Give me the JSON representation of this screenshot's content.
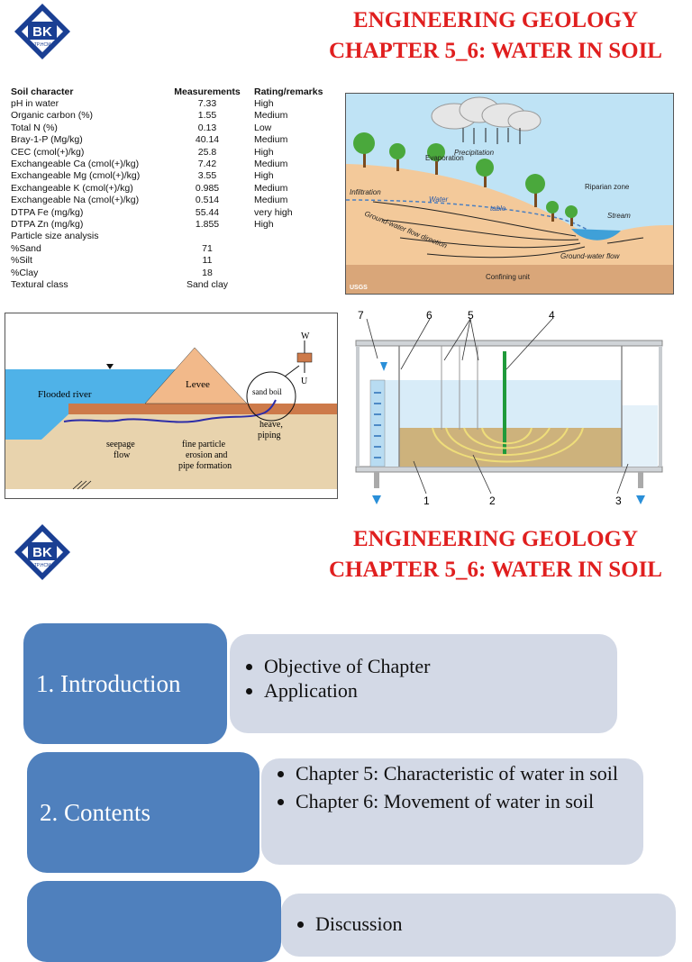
{
  "header": {
    "title_line1": "ENGINEERING GEOLOGY",
    "title_line2": "CHAPTER 5_6: WATER IN SOIL",
    "logo_text": "BK",
    "logo_subtext": "TP.HCM"
  },
  "soil_table": {
    "headers": [
      "Soil character",
      "Measurements",
      "Rating/remarks"
    ],
    "rows": [
      [
        "pH in water",
        "7.33",
        "High"
      ],
      [
        "Organic carbon (%)",
        "1.55",
        "Medium"
      ],
      [
        "Total N (%)",
        "0.13",
        "Low"
      ],
      [
        "Bray-1-P (Mg/kg)",
        "40.14",
        "Medium"
      ],
      [
        "CEC (cmol(+)/kg)",
        "25.8",
        "High"
      ],
      [
        "Exchangeable Ca (cmol(+)/kg)",
        "7.42",
        "Medium"
      ],
      [
        "Exchangeable Mg (cmol(+)/kg)",
        "3.55",
        "High"
      ],
      [
        "Exchangeable K (cmol(+)/kg)",
        "0.985",
        "Medium"
      ],
      [
        "Exchangeable Na (cmol(+)/kg)",
        "0.514",
        "Medium"
      ],
      [
        "DTPA Fe (mg/kg)",
        "55.44",
        "very high"
      ],
      [
        "DTPA Zn (mg/kg)",
        "1.855",
        "High"
      ],
      [
        "Particle size analysis",
        "",
        ""
      ],
      [
        "%Sand",
        "71",
        ""
      ],
      [
        "%Silt",
        "11",
        ""
      ],
      [
        "%Clay",
        "18",
        ""
      ],
      [
        "Textural class",
        "Sand clay",
        ""
      ]
    ]
  },
  "water_cycle": {
    "precipitation": "Precipitation",
    "evaporation": "Evaporation",
    "infiltration": "Infiltration",
    "water": "Water",
    "table": "table",
    "riparian": "Riparian zone",
    "stream": "Stream",
    "gw_direction": "Ground-water flow direction",
    "gw_flow": "Ground-water flow",
    "confining": "Confining unit",
    "credit": "USGS"
  },
  "levee": {
    "flooded_river": "Flooded river",
    "levee": "Levee",
    "sand_boil": "sand boil",
    "w": "W",
    "u": "U",
    "seepage": "seepage",
    "flow": "flow",
    "fine1": "fine particle",
    "fine2": "erosion and",
    "fine3": "pipe formation",
    "heave": "heave,",
    "piping": "piping"
  },
  "tank": {
    "n1": "1",
    "n2": "2",
    "n3": "3",
    "n4": "4",
    "n5": "5",
    "n6": "6",
    "n7": "7"
  },
  "agenda": {
    "item1_label": "1. Introduction",
    "item1_bullets": [
      "Objective of Chapter",
      "Application"
    ],
    "item2_label": "2. Contents",
    "item2_bullets": [
      "Chapter 5: Characteristic of water in soil",
      "Chapter 6: Movement of water in soil"
    ],
    "item3_bullet": "Discussion"
  },
  "colors": {
    "title": "#e01f1f",
    "box_left": "#4f80bd",
    "box_right": "#d3d9e6"
  }
}
